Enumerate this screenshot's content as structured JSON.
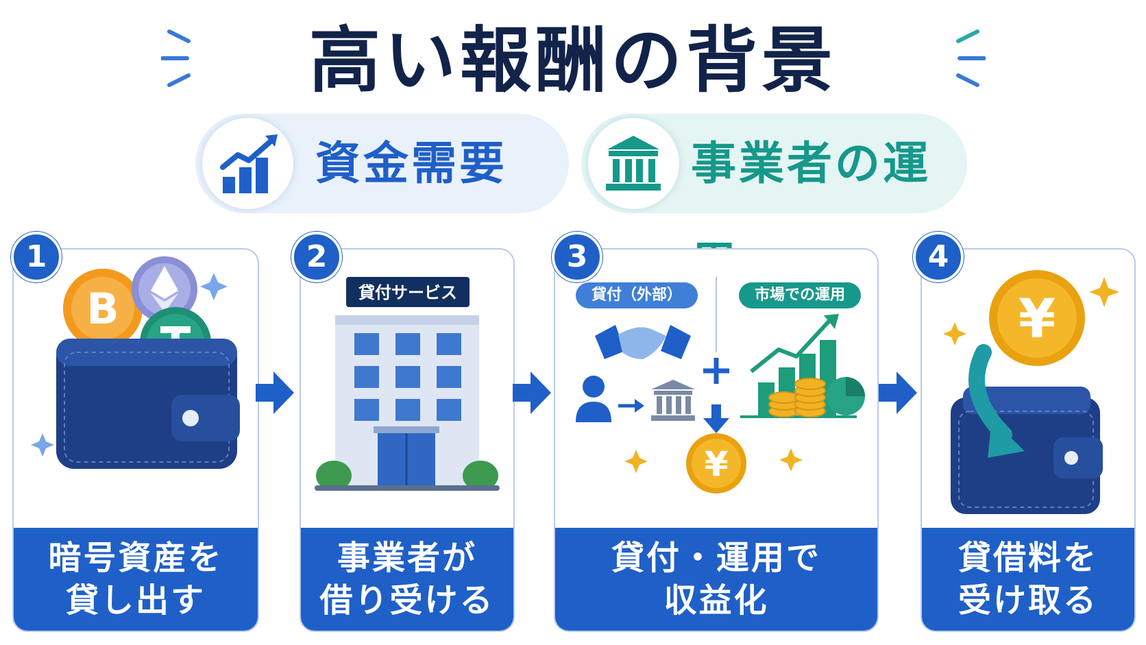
{
  "title": "高い報酬の背景",
  "pills": [
    {
      "label": "資金需要",
      "icon": "growth-chart-icon",
      "color": "#1f5fc8"
    },
    {
      "label": "事業者の運用",
      "icon": "bank-icon",
      "color": "#16988a"
    }
  ],
  "steps": [
    {
      "number": "1",
      "line1": "暗号資産を",
      "line2": "貸し出す"
    },
    {
      "number": "2",
      "line1": "事業者が",
      "line2": "借り受ける"
    },
    {
      "number": "3",
      "line1": "貸付・運用で",
      "line2": "収益化"
    },
    {
      "number": "4",
      "line1": "貸借料を",
      "line2": "受け取る"
    }
  ],
  "step2_sign": "貸付サービス",
  "step3_tags": {
    "left": "貸付（外部）",
    "right": "市場での運用"
  },
  "yen_symbol": "¥",
  "colors": {
    "navy": "#12234a",
    "blue": "#1f5fc8",
    "teal": "#16988a",
    "gold": "#f2b322"
  }
}
